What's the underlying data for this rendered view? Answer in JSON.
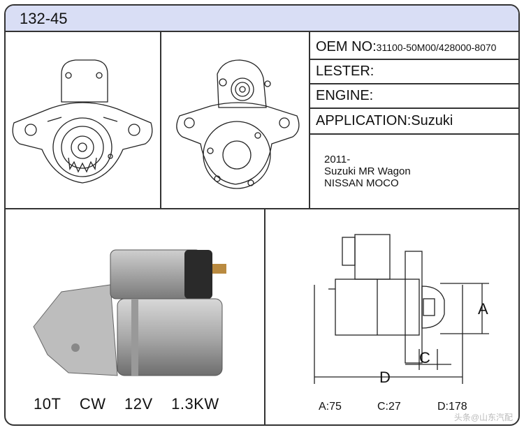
{
  "part_number": "132-45",
  "specs": {
    "oem_label": "OEM NO:",
    "oem_value": "31100-50M00/428000-8070",
    "lester_label": "LESTER:",
    "engine_label": "ENGINE:",
    "application_label": "APPLICATION:",
    "application_value": "Suzuki"
  },
  "application_notes": [
    "2011-",
    "Suzuki MR Wagon",
    "NISSAN MOCO"
  ],
  "electrical": {
    "teeth": "10T",
    "rotation": "CW",
    "voltage": "12V",
    "power": "1.3KW"
  },
  "dimensions": {
    "a": "A:75",
    "c": "C:27",
    "d": "D:178",
    "label_a": "A",
    "label_c": "C",
    "label_d": "D"
  },
  "watermark": "头条@山东汽配"
}
